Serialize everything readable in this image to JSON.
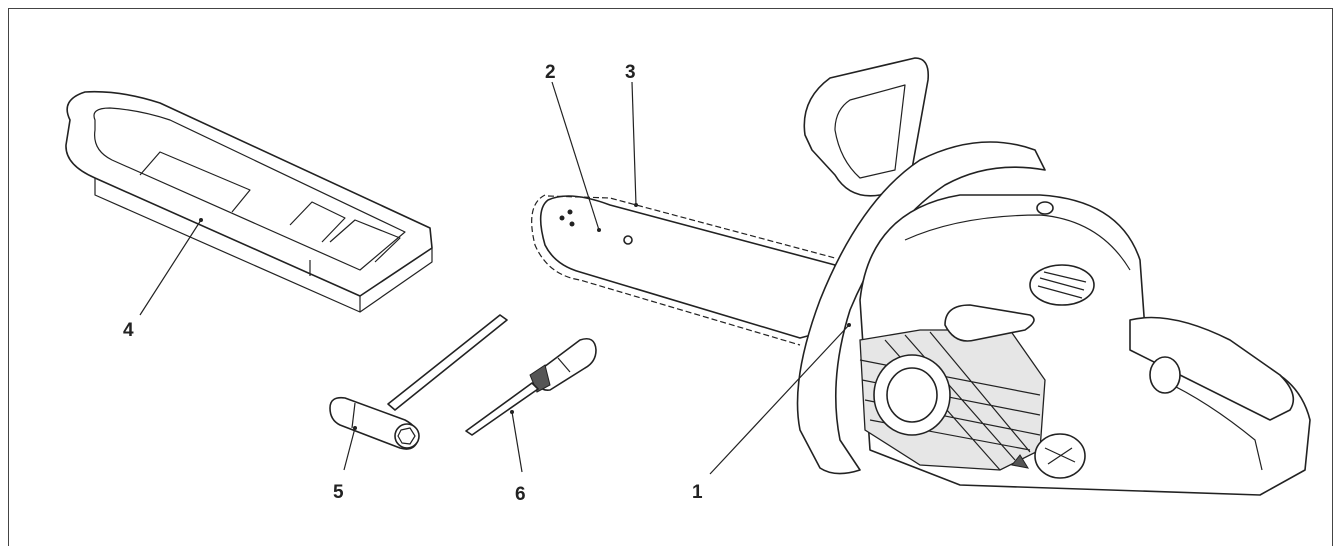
{
  "callouts": [
    {
      "id": "1",
      "label": "1"
    },
    {
      "id": "2",
      "label": "2"
    },
    {
      "id": "3",
      "label": "3"
    },
    {
      "id": "4",
      "label": "4"
    },
    {
      "id": "5",
      "label": "5"
    },
    {
      "id": "6",
      "label": "6"
    }
  ],
  "parts": {
    "guide_cover": "guide-bar-cover",
    "combination_wrench": "t-wrench",
    "screwdriver": "screwdriver",
    "guide_bar": "guide-bar",
    "saw_chain": "saw-chain",
    "chainsaw_body": "chainsaw"
  },
  "colors": {
    "line": "#222222",
    "fill": "#ffffff",
    "shade": "#e6e6e6"
  }
}
